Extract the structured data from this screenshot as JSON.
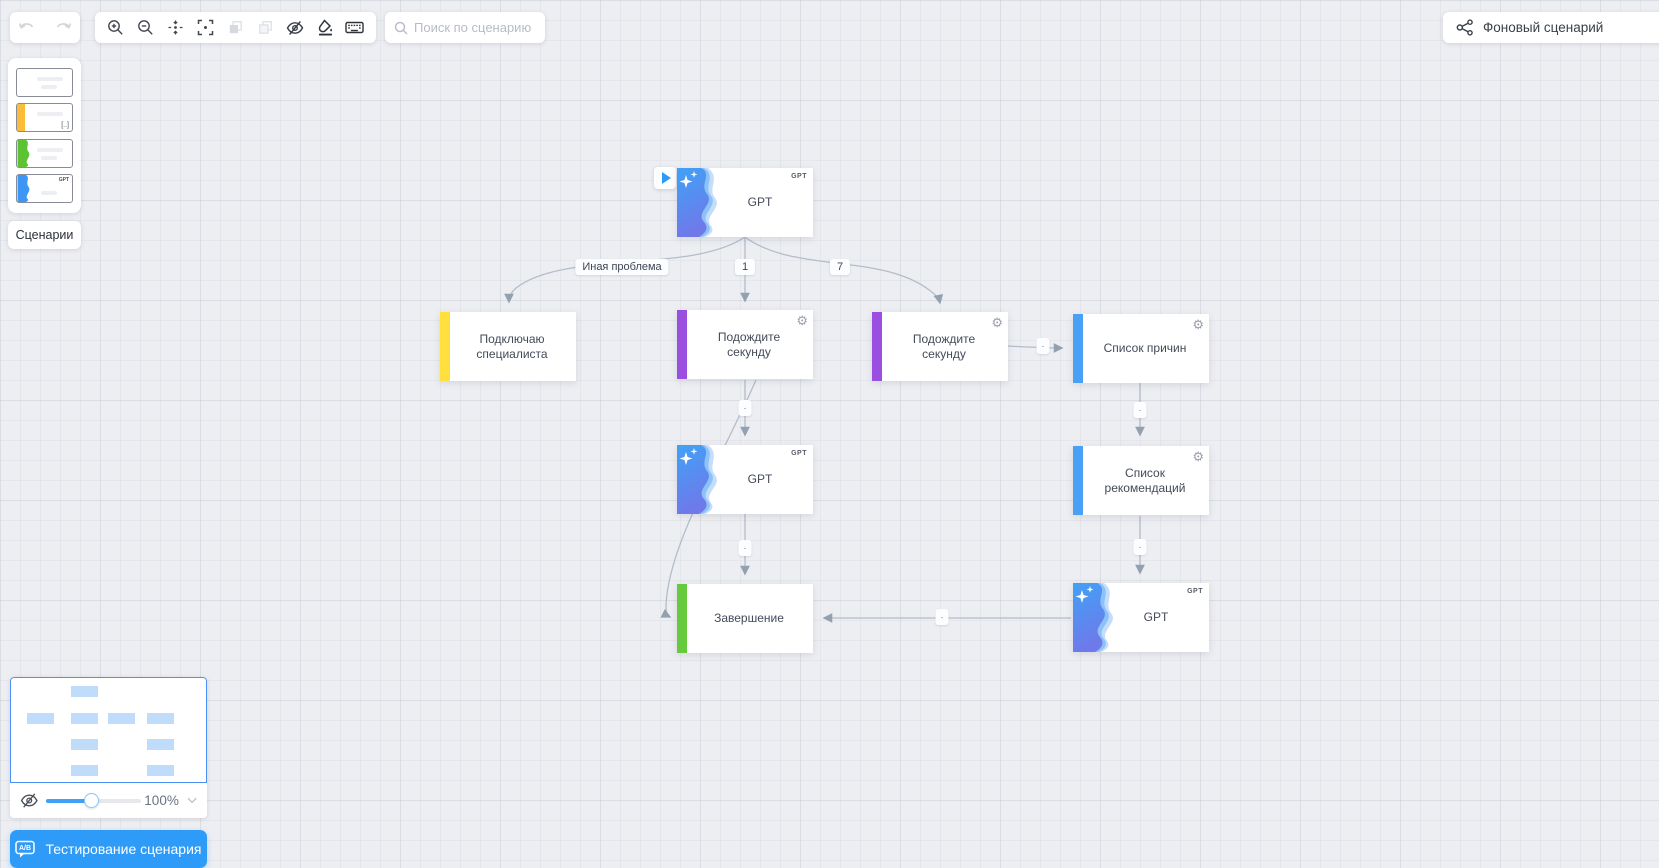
{
  "topbar": {
    "search_placeholder": "Поиск по сценарию",
    "background_scenario_label": "Фоновый сценарий",
    "icons": [
      "undo-icon",
      "redo-icon",
      "zoom-in-icon",
      "zoom-out-icon",
      "center-icon",
      "focus-icon",
      "bring-forward-icon",
      "send-backward-icon",
      "hide-icon",
      "fill-color-icon",
      "keyboard-icon",
      "share-icon"
    ]
  },
  "palette": {
    "scenarios_label": "Сценарии",
    "variable_thumb_glyph": "[..]",
    "gpt_thumb_badge": "GPT"
  },
  "nodes": [
    {
      "label": "GPT",
      "badge": "GPT",
      "kind": "gpt-start"
    },
    {
      "label": "Подключаю специалиста",
      "kind": "message",
      "bar_color": "#ffe03c"
    },
    {
      "label": "Подождите секунду",
      "kind": "action",
      "bar_color": "#9b4fe0",
      "gear": "⚙"
    },
    {
      "label": "Подождите секунду",
      "kind": "action",
      "bar_color": "#9b4fe0",
      "gear": "⚙"
    },
    {
      "label": "Список причин",
      "kind": "message",
      "bar_color": "#4aa0f4",
      "gear": "⚙"
    },
    {
      "label": "GPT",
      "badge": "GPT",
      "kind": "gpt"
    },
    {
      "label": "Список рекомендаций",
      "kind": "message",
      "bar_color": "#4aa0f4",
      "gear": "⚙"
    },
    {
      "label": "Завершение",
      "kind": "end",
      "bar_color": "#66cb3c"
    },
    {
      "label": "GPT",
      "badge": "GPT",
      "kind": "gpt"
    }
  ],
  "edges": {
    "labels": [
      "Иная проблема",
      "1",
      "7"
    ],
    "dot": "·"
  },
  "minimap": {
    "zoom": "100%"
  },
  "test_button_label": "Тестирование сценария",
  "colors": {
    "accent_blue": "#2f9bf8",
    "bar_yellow": "#ffe03c",
    "bar_purple": "#9b4fe0",
    "bar_blue": "#4aa0f4",
    "bar_green": "#66cb3c",
    "edge_gray": "#b3bdca",
    "minimap_node_blue": "#bfdcfb"
  }
}
